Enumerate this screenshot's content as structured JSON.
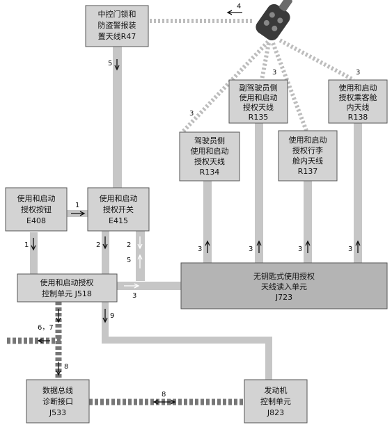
{
  "boxes": {
    "central_lock": [
      "中控门锁和",
      "防盗警报装",
      "置天线R47"
    ],
    "auth_button": [
      "使用和启动",
      "授权按钮",
      "E408"
    ],
    "auth_switch": [
      "使用和启动",
      "授权开关",
      "E415"
    ],
    "control_unit": [
      "使用和启动授权",
      "控制单元 J518"
    ],
    "driver_antenna": [
      "驾驶员侧",
      "使用和启动",
      "授权天线",
      "R134"
    ],
    "passenger_antenna": [
      "副驾驶员侧",
      "使用和启动",
      "授权天线",
      "R135"
    ],
    "trunk_antenna": [
      "使用和启动",
      "授权行李",
      "舱内天线",
      "R137"
    ],
    "cabin_antenna": [
      "使用和启动",
      "授权乘客舱",
      "内天线",
      "R138"
    ],
    "keyless_reader": [
      "无钥匙式使用授权",
      "天线读入单元",
      "J723"
    ],
    "diag_interface": [
      "数据总线",
      "诊断接口",
      "J533"
    ],
    "engine_unit": [
      "发动机",
      "控制单元",
      "J823"
    ]
  },
  "labels": {
    "n1a": "1",
    "n1b": "1",
    "n2a": "2",
    "n2b": "2",
    "n3_driver": "3",
    "n3_passenger": "3",
    "n3_cabin": "3",
    "n3_r134": "3",
    "n3_r135": "3",
    "n3_r137": "3",
    "n3_r138": "3",
    "n3_cu": "3",
    "n4": "4",
    "n5a": "5",
    "n5b": "5",
    "n67": "6，7",
    "n8a": "8",
    "n8b": "8",
    "n9": "9"
  },
  "colors": {
    "box_fill": "#d3d3d3",
    "reader_fill": "#b4b4b4",
    "pipe": "#c6c6c6",
    "bus_hatch": "#777777"
  },
  "icons": {
    "key": "car-key-fob-icon"
  }
}
